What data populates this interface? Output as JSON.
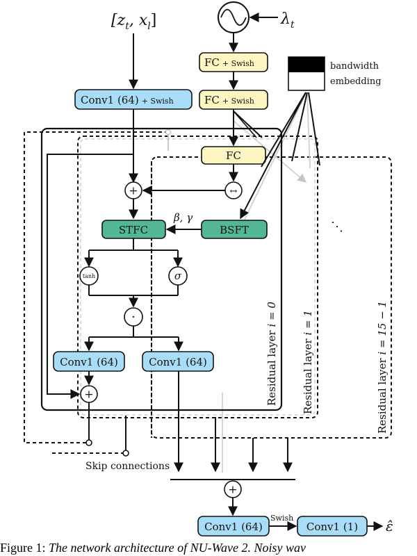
{
  "nodes": {
    "input": "[z",
    "input_sub_t": "t",
    "input_mid": ", x",
    "input_sub_l": "l",
    "input_end": "]",
    "lambda": "λ",
    "lambda_sub": "t",
    "fc_swish_1_main": "FC",
    "fc_swish_1_small": "+ Swish",
    "fc_swish_2_main": "FC",
    "fc_swish_2_small": "+ Swish",
    "bandwidth_line1": "bandwidth",
    "bandwidth_line2": "embedding",
    "conv_in_main": "Conv1 (64)",
    "conv_in_small": "+ Swish",
    "fc": "FC",
    "shift": "↔",
    "plus": "+",
    "stfc": "STFC",
    "beta_gamma": "β, γ",
    "bsft": "BSFT",
    "tanh": "tanh",
    "sigma": "σ",
    "dot": "·",
    "conv_left": "Conv1 (64)",
    "conv_right": "Conv1 (64)",
    "skip": "Skip connections",
    "conv_out1": "Conv1 (64)",
    "swish": "Swish",
    "conv_out2": "Conv1 (1)",
    "output": "ε̂",
    "ellipsis": "⋱"
  },
  "layers": {
    "layer0": "Residual layer ",
    "layer0_math": "i = 0",
    "layer1": "Residual layer ",
    "layer1_math": "i = 1",
    "layer15": "Residual layer ",
    "layer15_math": "i = 15 − 1"
  },
  "caption": {
    "prefix": "Figure 1: ",
    "text": "The network architecture of NU-Wave 2. Noisy wav"
  },
  "colors": {
    "blue": "#a9dcf7",
    "yellow": "#fdf6c2",
    "green": "#53b695",
    "stroke": "#111111",
    "gray": "#bdbdbd"
  }
}
